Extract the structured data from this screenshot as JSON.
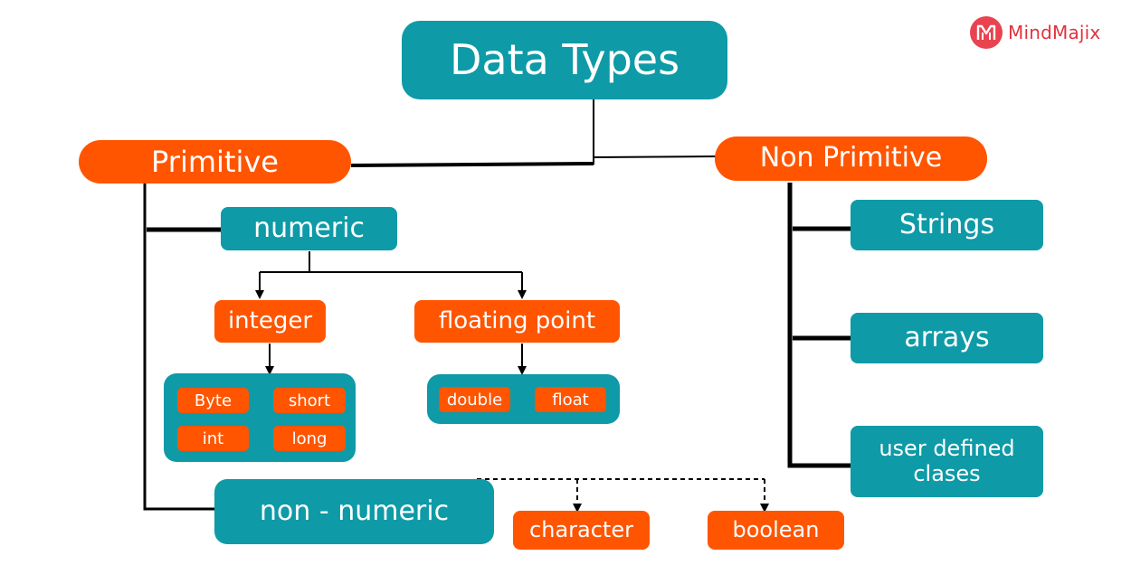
{
  "brand": {
    "name": "MindMajix"
  },
  "colors": {
    "teal": "#0e9aa7",
    "orange": "#ff5500",
    "brand": "#e0323e"
  },
  "root": {
    "label": "Data Types"
  },
  "primitive": {
    "label": "Primitive",
    "numeric": {
      "label": "numeric",
      "integer": {
        "label": "integer",
        "types": [
          "Byte",
          "short",
          "int",
          "long"
        ]
      },
      "floating": {
        "label": "floating point",
        "types": [
          "double",
          "float"
        ]
      }
    },
    "non_numeric": {
      "label": "non - numeric",
      "types": [
        "character",
        "boolean"
      ]
    }
  },
  "non_primitive": {
    "label": "Non Primitive",
    "items": [
      "Strings",
      "arrays",
      "user defined clases"
    ]
  }
}
